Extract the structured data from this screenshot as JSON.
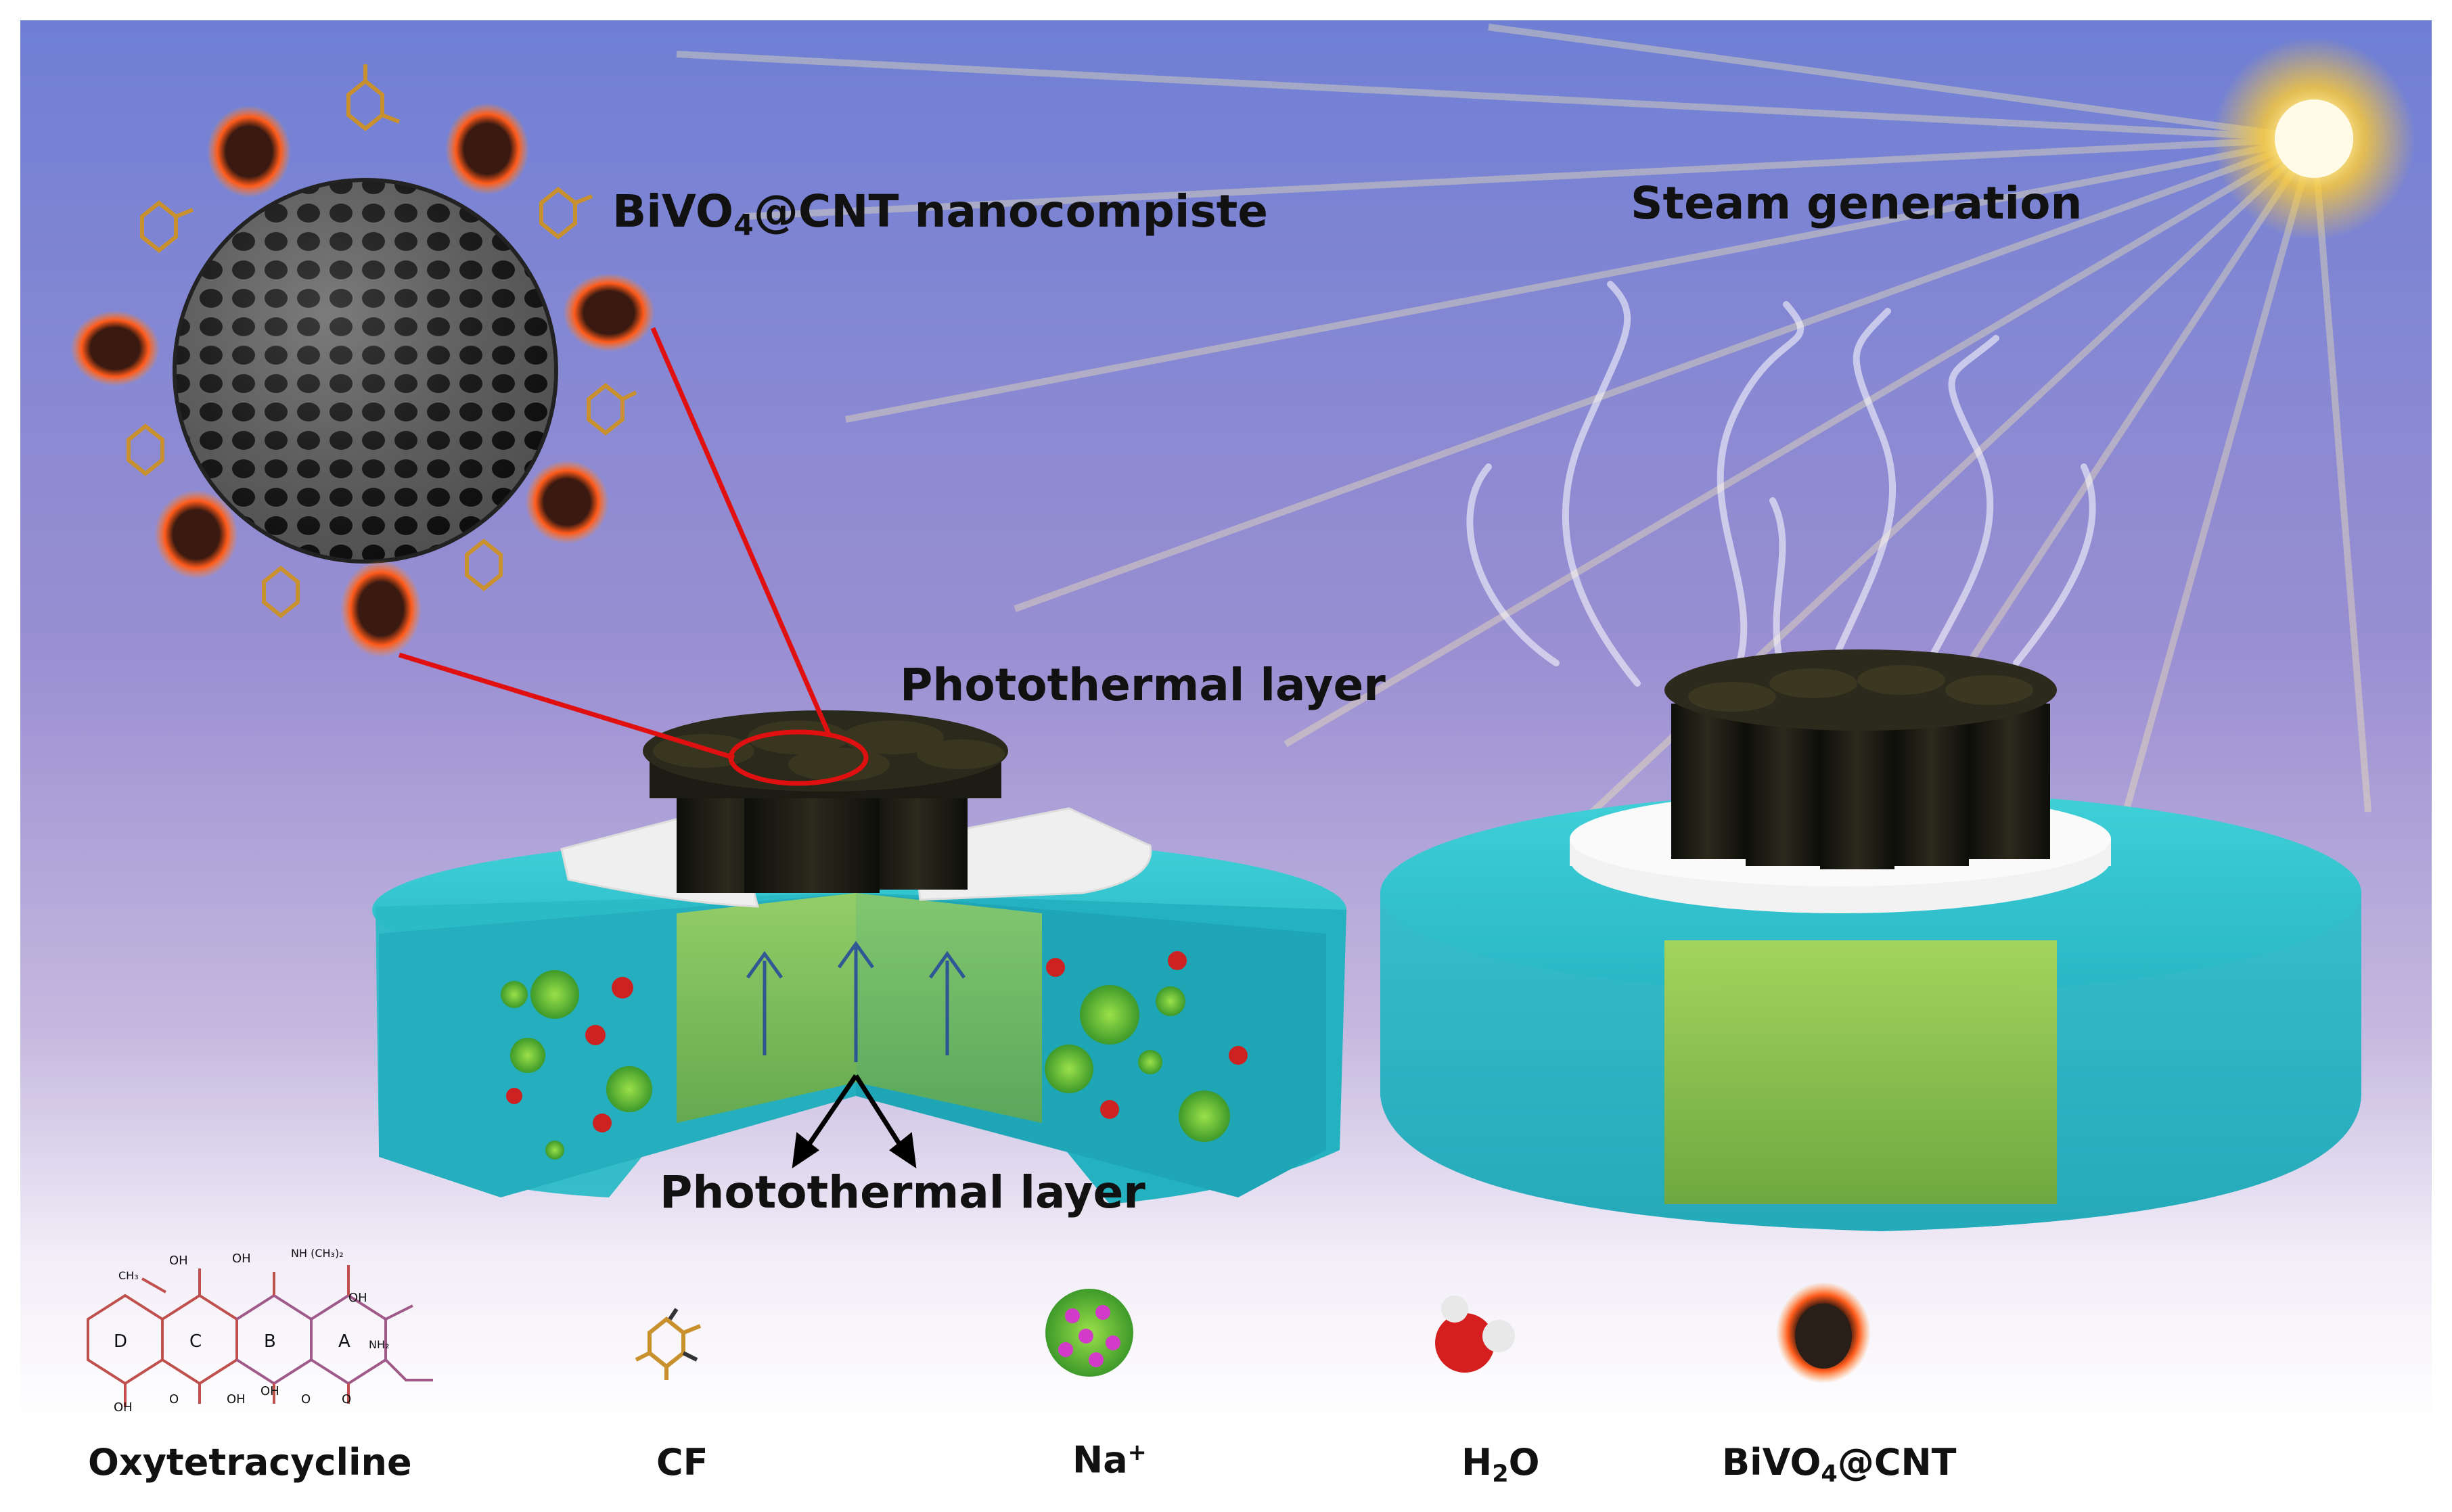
{
  "diagram": {
    "labels": {
      "bivo4_prefix": "BiVO",
      "bivo4_sub": "4",
      "bivo4_suffix": "@CNT  nanocompiste",
      "steam_generation": "Steam generation",
      "photothermal_top": "Photothermal layer",
      "photothermal_bottom": "Photothermal layer"
    },
    "structure_labels": {
      "oh_1": "OH",
      "oh_2": "OH",
      "oh_3": "OH",
      "oh_4": "OH",
      "oh_5": "OH",
      "oh_6": "OH",
      "nme2": "NH (CH₃)₂",
      "ch3": "CH₃",
      "nh2": "NH₂",
      "o_1": "O",
      "o_2": "O",
      "o_3": "O",
      "ring_d": "D",
      "ring_c": "C",
      "ring_b": "B",
      "ring_a": "A"
    },
    "legend": {
      "oxytetracycline": "Oxytetracycline",
      "cf": "CF",
      "na_base": "Na",
      "na_sup": "+",
      "h2o_h": "H",
      "h2o_sub": "2",
      "h2o_o": "O",
      "bivo4_prefix": "BiVO",
      "bivo4_sub": "4",
      "bivo4_suffix": "@CNT"
    }
  },
  "colors": {
    "sky_top": "#6f7fd4",
    "sky_mid": "#9a8fd2",
    "water": "#33c6d0",
    "absorber": "#1b1a14",
    "foam": "#eeeeee",
    "pointer_line": "#e01010",
    "sun": "#ffcc33"
  }
}
